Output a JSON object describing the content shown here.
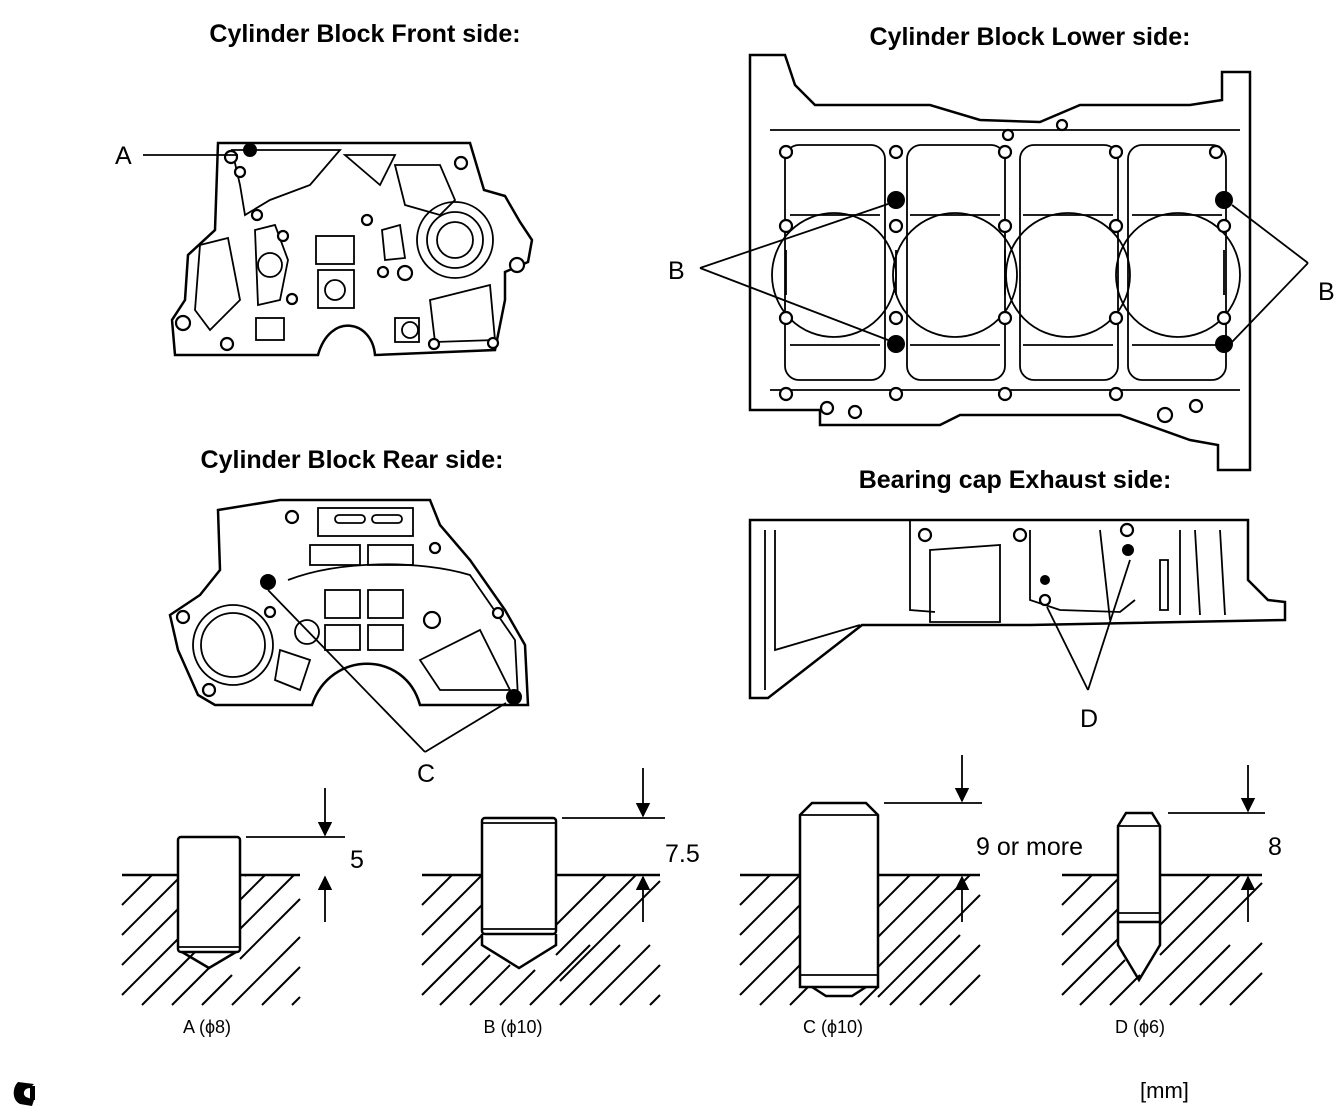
{
  "titles": {
    "front": "Cylinder Block Front side:",
    "lower": "Cylinder Block Lower side:",
    "rear": "Cylinder Block Rear side:",
    "bearing": "Bearing cap Exhaust side:"
  },
  "labels": {
    "a": "A",
    "b_left": "B",
    "b_right": "B",
    "c": "C",
    "d": "D"
  },
  "pins": [
    {
      "caption": "A (ϕ8)",
      "height": "5"
    },
    {
      "caption": "B (ϕ10)",
      "height": "7.5"
    },
    {
      "caption": "C (ϕ10)",
      "height": "9 or more"
    },
    {
      "caption": "D (ϕ6)",
      "height": "8"
    }
  ],
  "unit": "[mm]",
  "icons": {
    "corner_mark": "corner-mark-icon"
  }
}
